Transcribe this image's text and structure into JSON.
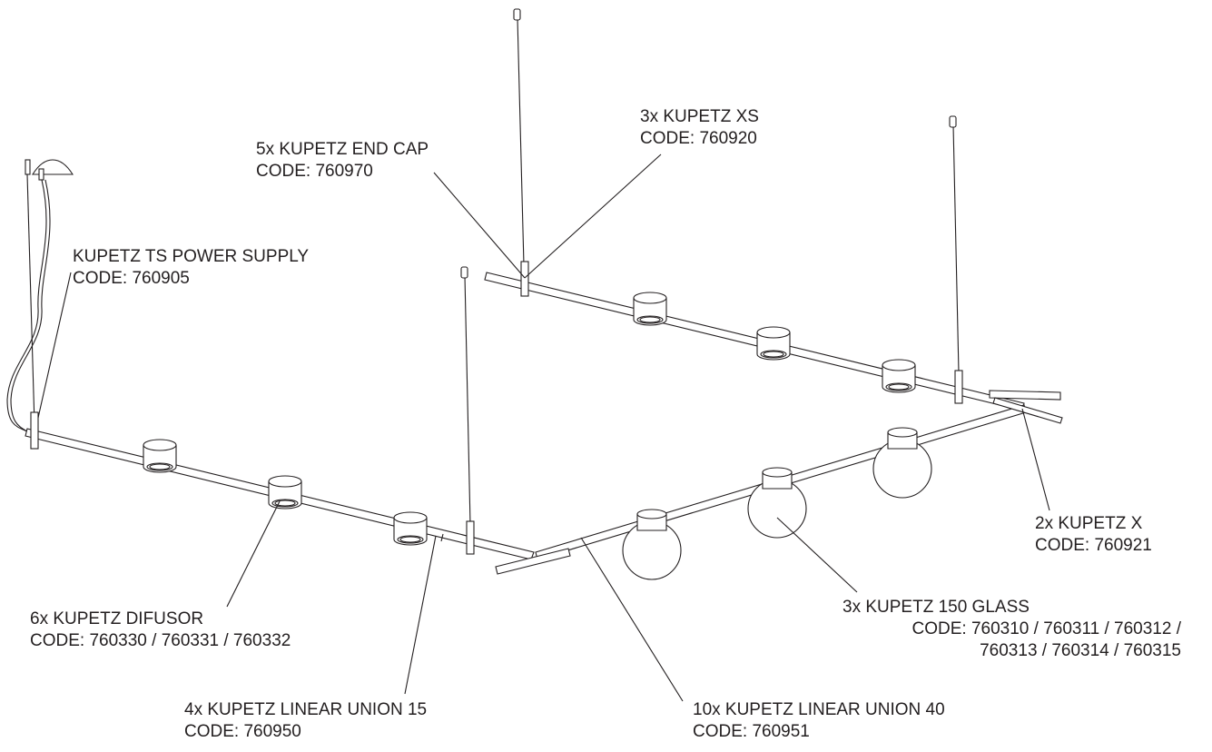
{
  "labels": {
    "end_cap": {
      "name": "5x KUPETZ END CAP",
      "code": "CODE: 760970"
    },
    "xs": {
      "name": "3x KUPETZ XS",
      "code": "CODE: 760920"
    },
    "power_supply": {
      "name": "KUPETZ TS POWER SUPPLY",
      "code": "CODE: 760905"
    },
    "x_connector": {
      "name": "2x KUPETZ X",
      "code": "CODE: 760921"
    },
    "difusor": {
      "name": "6x KUPETZ DIFUSOR",
      "code": "CODE: 760330 / 760331 / 760332"
    },
    "glass": {
      "name": "3x KUPETZ 150 GLASS",
      "code": "CODE: 760310 / 760311 / 760312 /",
      "code2": "760313 / 760314 / 760315"
    },
    "union15": {
      "name": "4x KUPETZ LINEAR UNION 15",
      "code": "CODE: 760950"
    },
    "union40": {
      "name": "10x KUPETZ LINEAR UNION 40",
      "code": "CODE: 760951"
    }
  }
}
